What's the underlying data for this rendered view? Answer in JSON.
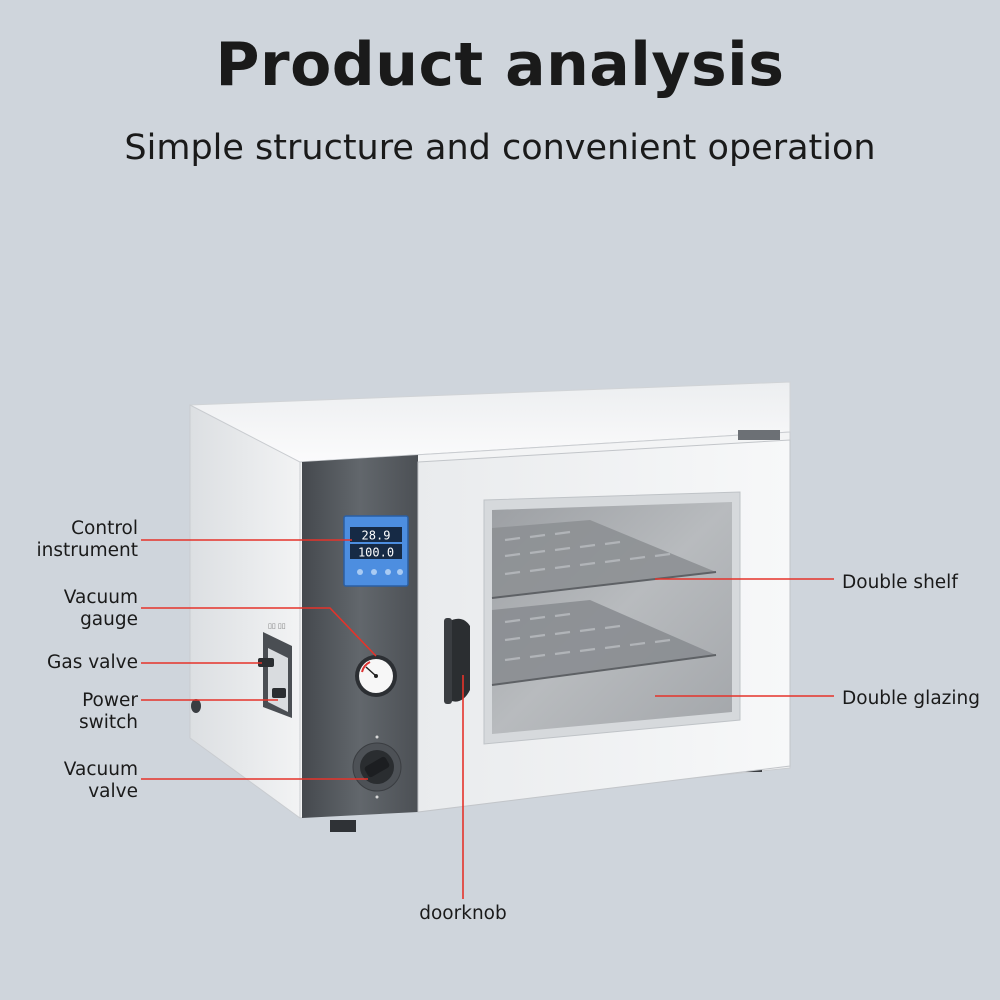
{
  "header": {
    "title": "Product analysis",
    "subtitle": "Simple structure and convenient operation"
  },
  "display": {
    "temperature": "28.9",
    "setpoint": "100.0"
  },
  "labels": {
    "control_instrument": [
      "Control",
      "instrument"
    ],
    "vacuum_gauge": [
      "Vacuum",
      "gauge"
    ],
    "gas_valve": "Gas valve",
    "power_switch": [
      "Power",
      "switch"
    ],
    "vacuum_valve": [
      "Vacuum",
      "valve"
    ],
    "double_shelf": "Double shelf",
    "double_glazing": "Double glazing",
    "doorknob": "doorknob"
  },
  "colors": {
    "background": "#cfd5dc",
    "leader_line": "#e5332a",
    "cabinet_white": "#f4f5f6",
    "control_panel": "#5a5e63",
    "display_blue": "#4d8ee0"
  }
}
